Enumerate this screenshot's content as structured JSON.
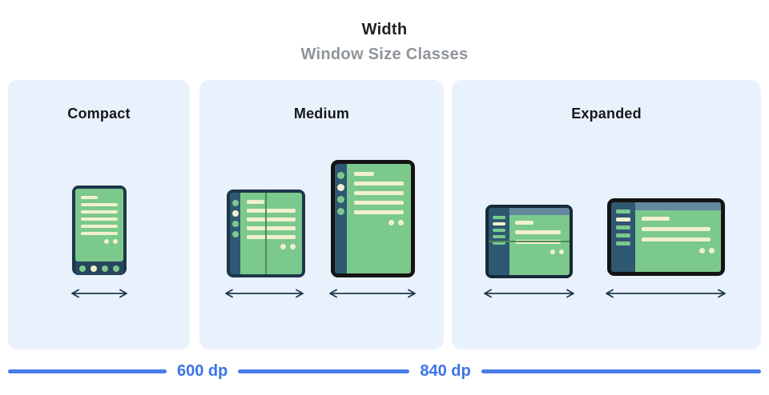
{
  "header": {
    "title": "Width",
    "subtitle": "Window Size Classes"
  },
  "panels": [
    {
      "label": "Compact",
      "devices": [
        "phone-portrait"
      ]
    },
    {
      "label": "Medium",
      "devices": [
        "foldable-portrait",
        "tablet-portrait"
      ]
    },
    {
      "label": "Expanded",
      "devices": [
        "foldable-landscape",
        "tablet-landscape"
      ]
    }
  ],
  "ruler": {
    "breakpoints": [
      "600 dp",
      "840 dp"
    ]
  },
  "palette": {
    "panel_bg": "#e9f2fc",
    "title_color": "#1f2124",
    "subtitle_color": "#8e9499",
    "label_color": "#16181a",
    "frame_navy": "#1c374b",
    "frame_navy_deep": "#16293a",
    "frame_black": "#141414",
    "nav_bar_navy": "#27455d",
    "screen_green": "#7bc98c",
    "content_cream": "#f2f1cd",
    "sidebar_slate": "#2e5871",
    "header_steel": "#64889e",
    "fold_line": "#4e8a58",
    "arrow_color": "#1e394e",
    "ruler_blue": "#4a7de9",
    "ruler_text": "#3d73e8"
  }
}
